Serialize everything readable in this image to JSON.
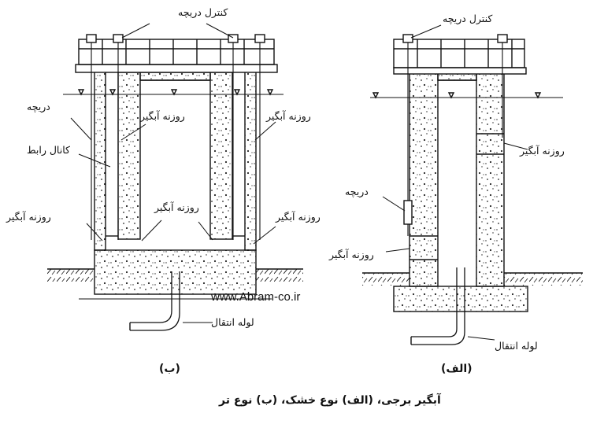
{
  "labels": {
    "gate_control": "کنترل دریچه",
    "gate": "دریچه",
    "intake_opening": "روزنه آبگیر",
    "connecting_channel": "کانال رابط",
    "transfer_pipe": "لوله انتقال"
  },
  "panels": {
    "left_tag": "(ب)",
    "right_tag": "(الف)"
  },
  "website": "www.Abram-co.ir",
  "caption": "آبگیر برجی، (الف) نوع خشک، (ب) نوع تر",
  "colors": {
    "line": "#111111",
    "concrete_dot": "#222222",
    "background": "#ffffff"
  }
}
